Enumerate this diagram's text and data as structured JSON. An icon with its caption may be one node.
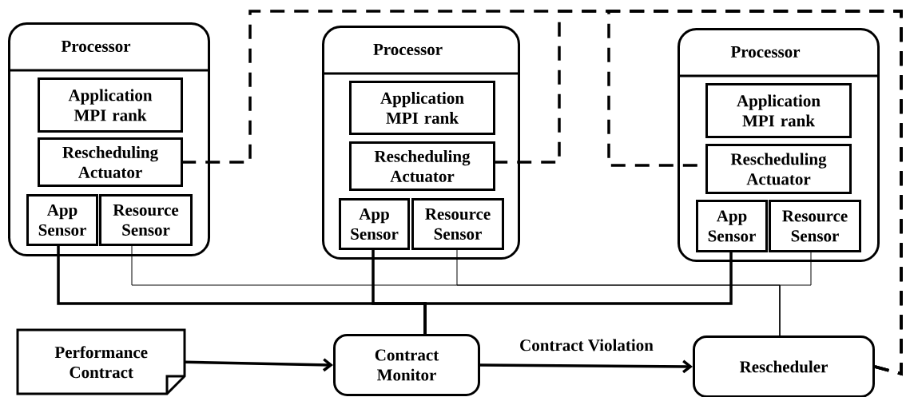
{
  "diagram": {
    "nodes": [
      {
        "text": [
          "Processor"
        ]
      },
      {
        "text": [
          "Application MPI rank"
        ],
        "in": 0
      },
      {
        "text": [
          "Rescheduling Actuator"
        ],
        "in": 0
      },
      {
        "text": [
          "App Sensor"
        ],
        "in": 0
      },
      {
        "text": [
          "Resource Sensor"
        ],
        "in": 0
      },
      {
        "text": [
          "Processor"
        ]
      },
      {
        "text": [
          "Application MPI rank"
        ],
        "in": 5
      },
      {
        "text": [
          "Rescheduling Actuator"
        ],
        "in": 5
      },
      {
        "text": [
          "App Sensor"
        ],
        "in": 5
      },
      {
        "text": [
          "Resource Sensor"
        ],
        "in": 5
      },
      {
        "text": [
          "Processor"
        ]
      },
      {
        "text": [
          "Application MPI rank"
        ],
        "in": 10
      },
      {
        "text": [
          "Rescheduling Actuator"
        ],
        "in": 10
      },
      {
        "text": [
          "App Sensor"
        ],
        "in": 10
      },
      {
        "text": [
          "Resource Sensor"
        ],
        "in": 10
      },
      {
        "text": [
          "Performance Contract"
        ]
      },
      {
        "text": [
          "Contract Monitor"
        ]
      },
      {
        "text": [
          "Rescheduler"
        ]
      }
    ],
    "edges": [
      {
        "from": 3,
        "to": 16,
        "arrow": "none"
      },
      {
        "from": 8,
        "to": 16,
        "arrow": "none"
      },
      {
        "from": 13,
        "to": 16,
        "arrow": "none"
      },
      {
        "from": 4,
        "to": 17,
        "arrow": "none"
      },
      {
        "from": 9,
        "to": 17,
        "arrow": "none"
      },
      {
        "from": 14,
        "to": 17,
        "arrow": "none"
      },
      {
        "from": 15,
        "to": 16,
        "arrow": "to"
      },
      {
        "from": 16,
        "to": 17,
        "arrow": "to",
        "label": "Contract Violation"
      },
      {
        "from": 17,
        "to": 2,
        "arrow": "none",
        "style": "dashed"
      },
      {
        "from": 17,
        "to": 7,
        "arrow": "none",
        "style": "dashed"
      },
      {
        "from": 17,
        "to": 12,
        "arrow": "none",
        "style": "dashed"
      }
    ]
  }
}
